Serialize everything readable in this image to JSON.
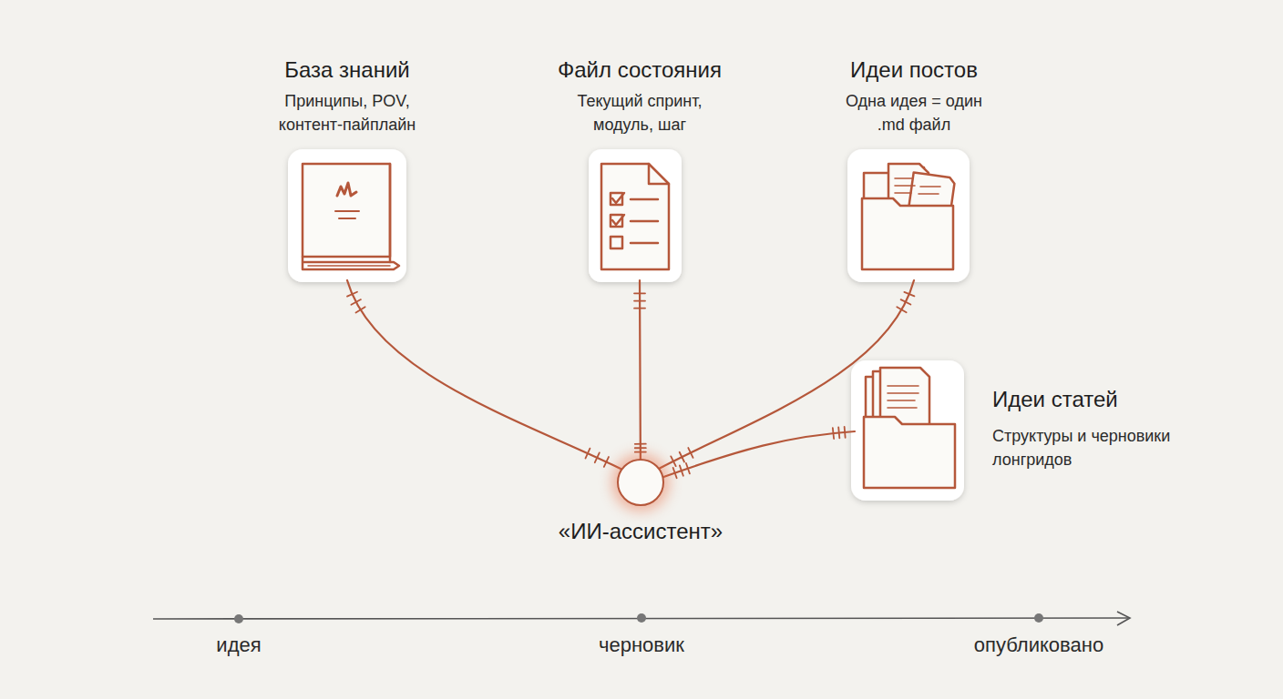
{
  "diagram": {
    "nodes": [
      {
        "text": [
          "База знаний",
          "Принципы, POV, контент-пайплайн"
        ]
      },
      {
        "text": [
          "Файл состояния",
          "Текущий спринт, модуль, шаг"
        ]
      },
      {
        "text": [
          "Идеи постов",
          "Одна идея = один .md файл"
        ]
      },
      {
        "text": [
          "Идеи статей",
          "Структуры и черновики лонгридов"
        ]
      },
      {
        "text": [
          "«ИИ-ассистент»"
        ]
      }
    ],
    "edges": [
      {
        "from": 0,
        "to": 4,
        "arrow": "none"
      },
      {
        "from": 1,
        "to": 4,
        "arrow": "none"
      },
      {
        "from": 2,
        "to": 4,
        "arrow": "none"
      },
      {
        "from": 3,
        "to": 4,
        "arrow": "none"
      }
    ],
    "labels": [
      "идея",
      "черновик",
      "опубликовано"
    ]
  }
}
